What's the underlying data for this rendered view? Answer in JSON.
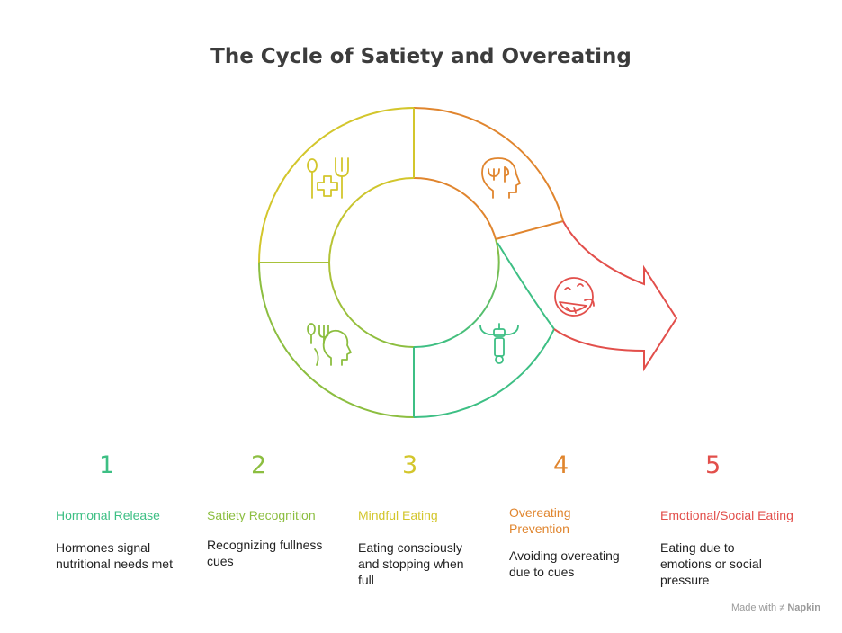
{
  "title": "The Cycle of Satiety and Overeating",
  "colors": {
    "green": "#3dbf84",
    "lime": "#8cbe40",
    "yellow": "#d3c62c",
    "orange": "#e0852e",
    "red": "#e24f4b"
  },
  "steps": [
    {
      "number": "1",
      "title": "Hormonal Release",
      "description": "Hormones signal nutritional needs met",
      "color": "#3dbf84",
      "icon": "fork-knife-tube-icon"
    },
    {
      "number": "2",
      "title": "Satiety Recognition",
      "description": "Recognizing fullness cues",
      "color": "#8cbe40",
      "icon": "head-utensils-icon"
    },
    {
      "number": "3",
      "title": "Mindful Eating",
      "description": "Eating consciously and stopping when full",
      "color": "#d3c62c",
      "icon": "utensils-cross-icon"
    },
    {
      "number": "4",
      "title": "Overeating Prevention",
      "description": "Avoiding overeating due to cues",
      "color": "#e0852e",
      "icon": "head-fork-icon"
    },
    {
      "number": "5",
      "title": "Emotional/Social Eating",
      "description": "Eating due to emotions or social pressure",
      "color": "#e24f4b",
      "icon": "eating-face-icon"
    }
  ],
  "footer": {
    "prefix": "Made with",
    "brand": "Napkin"
  }
}
